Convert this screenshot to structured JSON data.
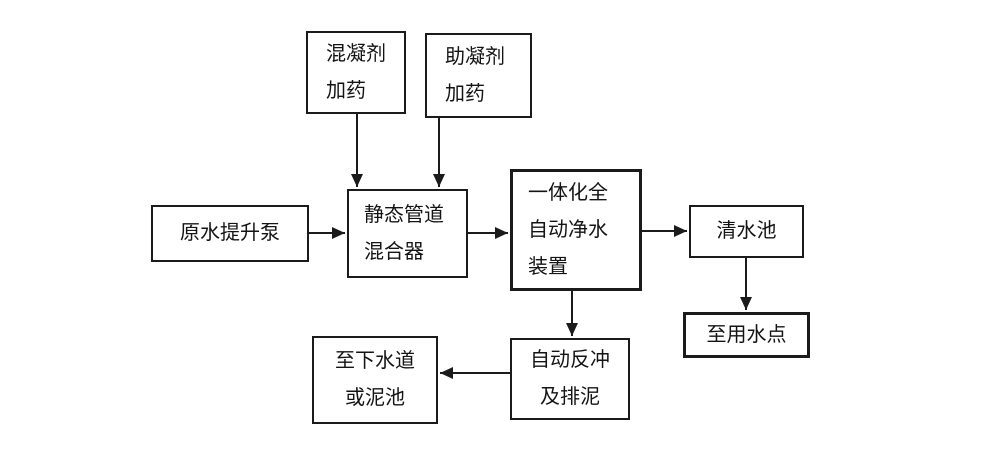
{
  "diagram": {
    "type": "flowchart",
    "nodes": [
      {
        "id": "coagulant-dosing",
        "label": "混凝剂\n加药"
      },
      {
        "id": "coagulant-aid-dosing",
        "label": "助凝剂\n加药"
      },
      {
        "id": "raw-water-lift-pump",
        "label": "原水提升泵"
      },
      {
        "id": "static-pipe-mixer",
        "label": "静态管道\n混合器"
      },
      {
        "id": "integrated-auto-purifier",
        "label": "一体化全\n自动净水\n装置"
      },
      {
        "id": "clean-water-tank",
        "label": "清水池"
      },
      {
        "id": "to-water-use-point",
        "label": "至用水点"
      },
      {
        "id": "auto-backwash-sludge",
        "label": "自动反冲\n及排泥"
      },
      {
        "id": "to-sewer-or-mud-pool",
        "label": "至下水道\n或泥池"
      }
    ],
    "edges": [
      {
        "from": "混凝剂加药",
        "to": "静态管道混合器"
      },
      {
        "from": "助凝剂加药",
        "to": "静态管道混合器"
      },
      {
        "from": "原水提升泵",
        "to": "静态管道混合器"
      },
      {
        "from": "静态管道混合器",
        "to": "一体化全自动净水装置"
      },
      {
        "from": "一体化全自动净水装置",
        "to": "清水池"
      },
      {
        "from": "清水池",
        "to": "至用水点"
      },
      {
        "from": "一体化全自动净水装置",
        "to": "自动反冲及排泥"
      },
      {
        "from": "自动反冲及排泥",
        "to": "至下水道或泥池"
      }
    ]
  },
  "colors": {
    "line": "#1b1b1b",
    "text": "#141414",
    "background": "#ffffff"
  }
}
